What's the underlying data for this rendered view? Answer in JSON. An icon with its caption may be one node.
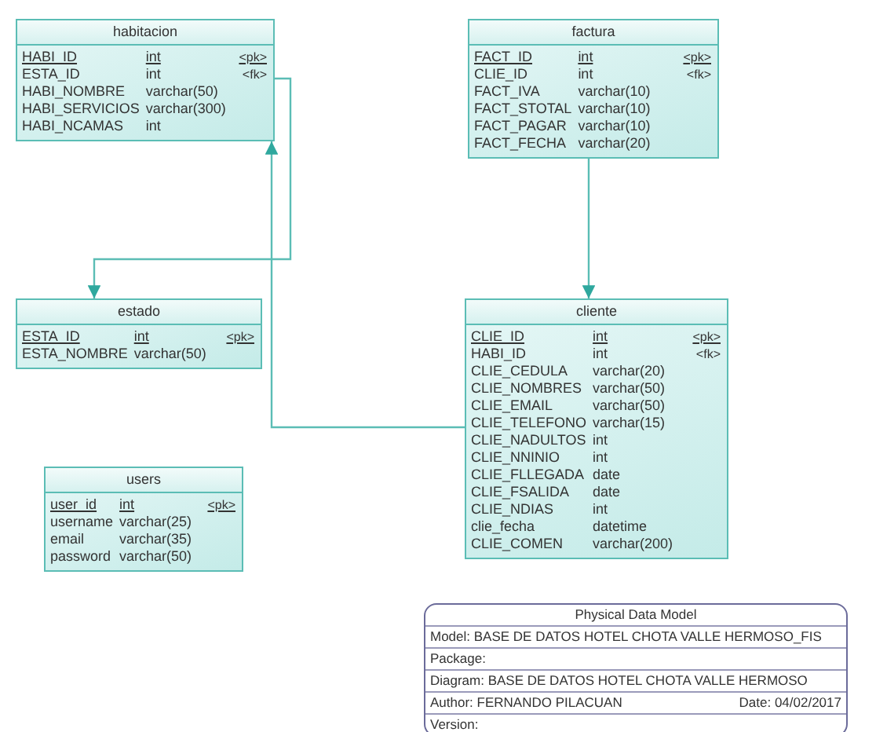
{
  "diagram": {
    "nodes": [
      {
        "text": [
          "habitacion",
          "HABI_ID int <pk>",
          "ESTA_ID int <fk>",
          "HABI_NOMBRE varchar(50)",
          "HABI_SERVICIOS varchar(300)",
          "HABI_NCAMAS int"
        ]
      },
      {
        "text": [
          "factura",
          "FACT_ID int <pk>",
          "CLIE_ID int <fk>",
          "FACT_IVA varchar(10)",
          "FACT_STOTAL varchar(10)",
          "FACT_PAGAR varchar(10)",
          "FACT_FECHA varchar(20)"
        ]
      },
      {
        "text": [
          "estado",
          "ESTA_ID int <pk>",
          "ESTA_NOMBRE varchar(50)"
        ]
      },
      {
        "text": [
          "cliente",
          "CLIE_ID int <pk>",
          "HABI_ID int <fk>",
          "CLIE_CEDULA varchar(20)",
          "CLIE_NOMBRES varchar(50)",
          "CLIE_EMAIL varchar(50)",
          "CLIE_TELEFONO varchar(15)",
          "CLIE_NADULTOS int",
          "CLIE_NNINIO int",
          "CLIE_FLLEGADA date",
          "CLIE_FSALIDA date",
          "CLIE_NDIAS int",
          "clie_fecha datetime",
          "CLIE_COMEN varchar(200)"
        ]
      },
      {
        "text": [
          "users",
          "user_id int <pk>",
          "username varchar(25)",
          "email varchar(35)",
          "password varchar(50)"
        ]
      }
    ],
    "edges": [
      {
        "from": 0,
        "to": 2,
        "arrow": "to"
      },
      {
        "from": 3,
        "to": 0,
        "arrow": "to"
      },
      {
        "from": 1,
        "to": 3,
        "arrow": "to"
      }
    ],
    "labels": [
      "Physical Data Model",
      "Model: BASE DE DATOS HOTEL CHOTA VALLE HERMOSO_FIS",
      "Package:",
      "Diagram: BASE DE DATOS HOTEL CHOTA VALLE HERMOSO",
      "Author: FERNANDO PILACUAN",
      "Date: 04/02/2017",
      "Version:"
    ]
  }
}
